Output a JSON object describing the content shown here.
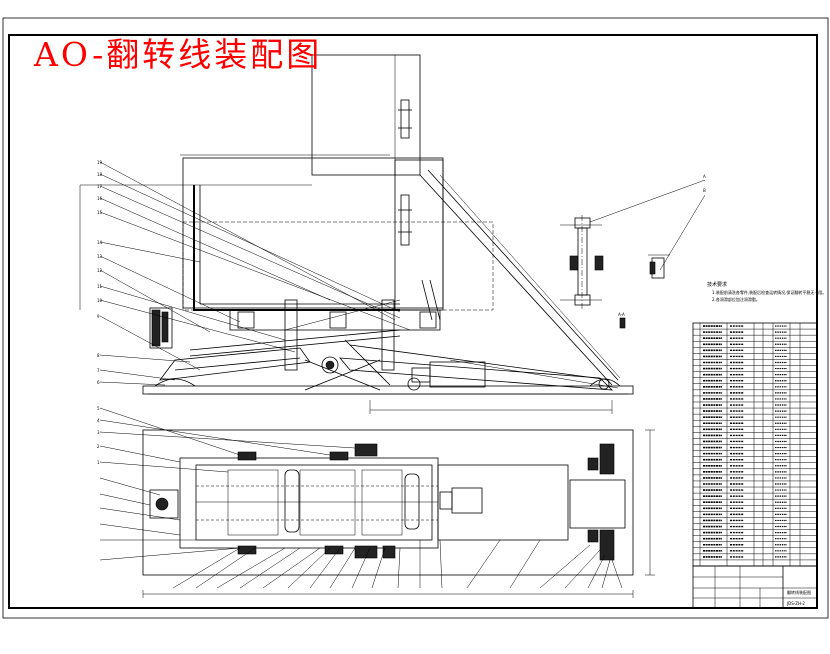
{
  "drawing": {
    "title": "AO-翻转线装配图",
    "title_color": "#ff0000",
    "notes_heading": "技术要求",
    "notes": [
      "1.装配前清洗各零件,装配后检查运转情况,保证翻转平稳无卡阻。",
      "2.各润滑部位加注润滑脂。"
    ],
    "section_label": "A-A",
    "drawing_number": "JDS-ZH-2",
    "title_block_name": "翻转线装配图"
  },
  "colors": {
    "line": "#000000",
    "title_red": "#ff0000",
    "background": "#ffffff"
  }
}
